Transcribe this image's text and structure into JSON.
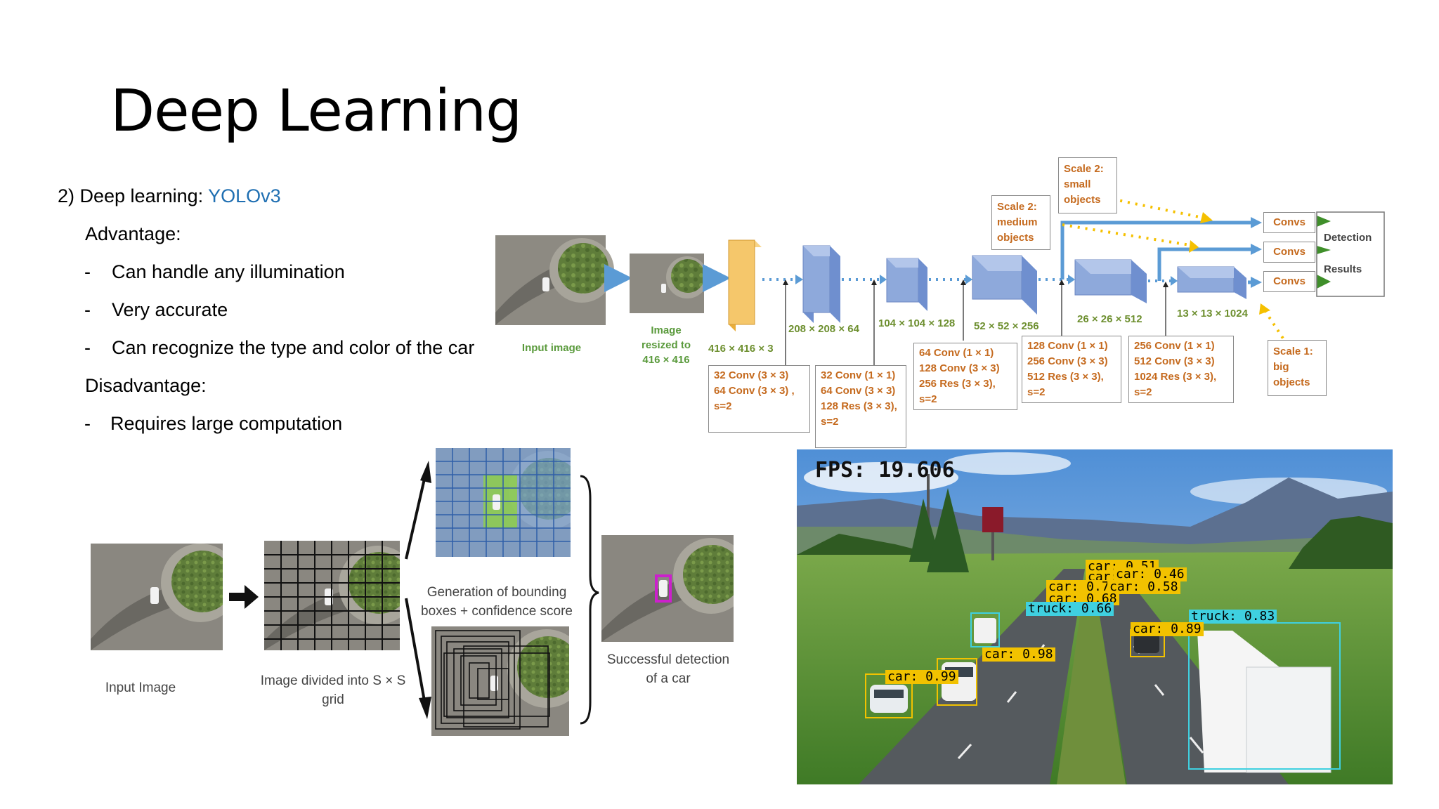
{
  "slide": {
    "title": "Deep Learning",
    "intro_prefix": "2) Deep learning: ",
    "intro_link": "YOLOv3",
    "advantage_heading": "Advantage:",
    "advantages": [
      "Can handle any illumination",
      "Very accurate",
      "Can recognize the type and color of the car"
    ],
    "disadvantage_heading": "Disadvantage:",
    "disadvantages": [
      "Requires large computation"
    ],
    "bullet": "-"
  },
  "architecture": {
    "input_caption": "Input image",
    "resized_caption": [
      "Image",
      "resized to",
      "416 × 416"
    ],
    "dims": [
      "416 × 416 × 3",
      "208 × 208 × 64",
      "104 × 104 × 128",
      "52 × 52 × 256",
      "26 × 26 × 512",
      "13 × 13 × 1024"
    ],
    "blocks": [
      "32 Conv (3 × 3)\n64 Conv (3 × 3) ,\ns=2",
      "32 Conv (1 × 1)\n64 Conv (3 × 3)\n128 Res (3 × 3),\ns=2",
      "64 Conv (1 × 1)\n128 Conv (3 × 3)\n256 Res (3 × 3),\ns=2",
      "128 Conv (1 × 1)\n256 Conv (3 × 3)\n512 Res (3 × 3),\ns=2",
      "256 Conv (1 × 1)\n512 Conv (3 × 3)\n1024 Res (3 × 3),\ns=2"
    ],
    "scales": [
      "Scale 2:\nmedium\nobjects",
      "Scale 2:\nsmall\nobjects",
      "Scale 1:\nbig\nobjects"
    ],
    "convs_label": "Convs",
    "detection_label": "Detection",
    "results_label": "Results"
  },
  "grid_diagram": {
    "input_caption": "Input Image",
    "grid_caption": [
      "Image divided into S × S",
      "grid"
    ],
    "bbox_caption": [
      "Generation of bounding",
      "boxes + confidence score"
    ],
    "detect_caption": [
      "Successful detection",
      "of a car"
    ]
  },
  "detection_view": {
    "fps": "FPS: 19.606",
    "labels": [
      {
        "text": "car: 0.51",
        "color": "#f2c200"
      },
      {
        "text": "car:",
        "color": "#f2c200"
      },
      {
        "text": "car: 0.46",
        "color": "#f2c200"
      },
      {
        "text": "car: 0.72",
        "color": "#f2c200"
      },
      {
        "text": "car: 0.58",
        "color": "#f2c200"
      },
      {
        "text": "car: 0.68",
        "color": "#f2c200"
      },
      {
        "text": "truck: 0.66",
        "color": "#3fd0e0"
      },
      {
        "text": "truck: 0.83",
        "color": "#3fd0e0"
      },
      {
        "text": "car: 0.89",
        "color": "#f2c200"
      },
      {
        "text": "car: 0.98",
        "color": "#f2c200"
      },
      {
        "text": "car: 0.99",
        "color": "#f2c200"
      }
    ]
  },
  "colors": {
    "arrow_blue": "#5b9bd5",
    "cube_blue": "#8ea9db",
    "cube_yellow": "#f5c76b",
    "scale_arrow": "#f5c000",
    "green_triangle": "#3f8f2a",
    "label_yellow": "#f2c200",
    "label_cyan": "#3fd0e0"
  }
}
